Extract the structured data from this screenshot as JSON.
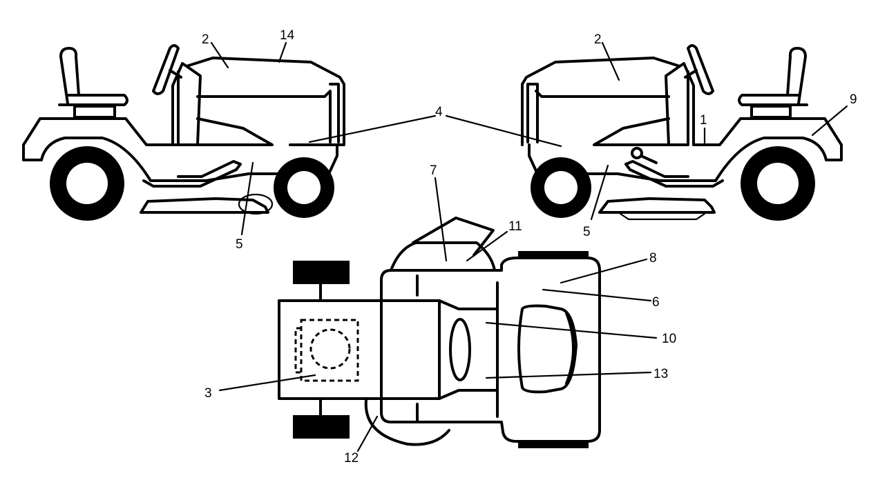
{
  "callouts": [
    {
      "id": "left-2",
      "label": "2"
    },
    {
      "id": "left-14",
      "label": "14"
    },
    {
      "id": "center-4",
      "label": "4"
    },
    {
      "id": "left-5",
      "label": "5"
    },
    {
      "id": "right-2",
      "label": "2"
    },
    {
      "id": "right-1",
      "label": "1"
    },
    {
      "id": "right-9",
      "label": "9"
    },
    {
      "id": "right-5",
      "label": "5"
    },
    {
      "id": "top-7",
      "label": "7"
    },
    {
      "id": "top-11",
      "label": "11"
    },
    {
      "id": "top-8",
      "label": "8"
    },
    {
      "id": "top-6",
      "label": "6"
    },
    {
      "id": "top-10",
      "label": "10"
    },
    {
      "id": "top-13",
      "label": "13"
    },
    {
      "id": "top-3",
      "label": "3"
    },
    {
      "id": "top-12",
      "label": "12"
    }
  ]
}
